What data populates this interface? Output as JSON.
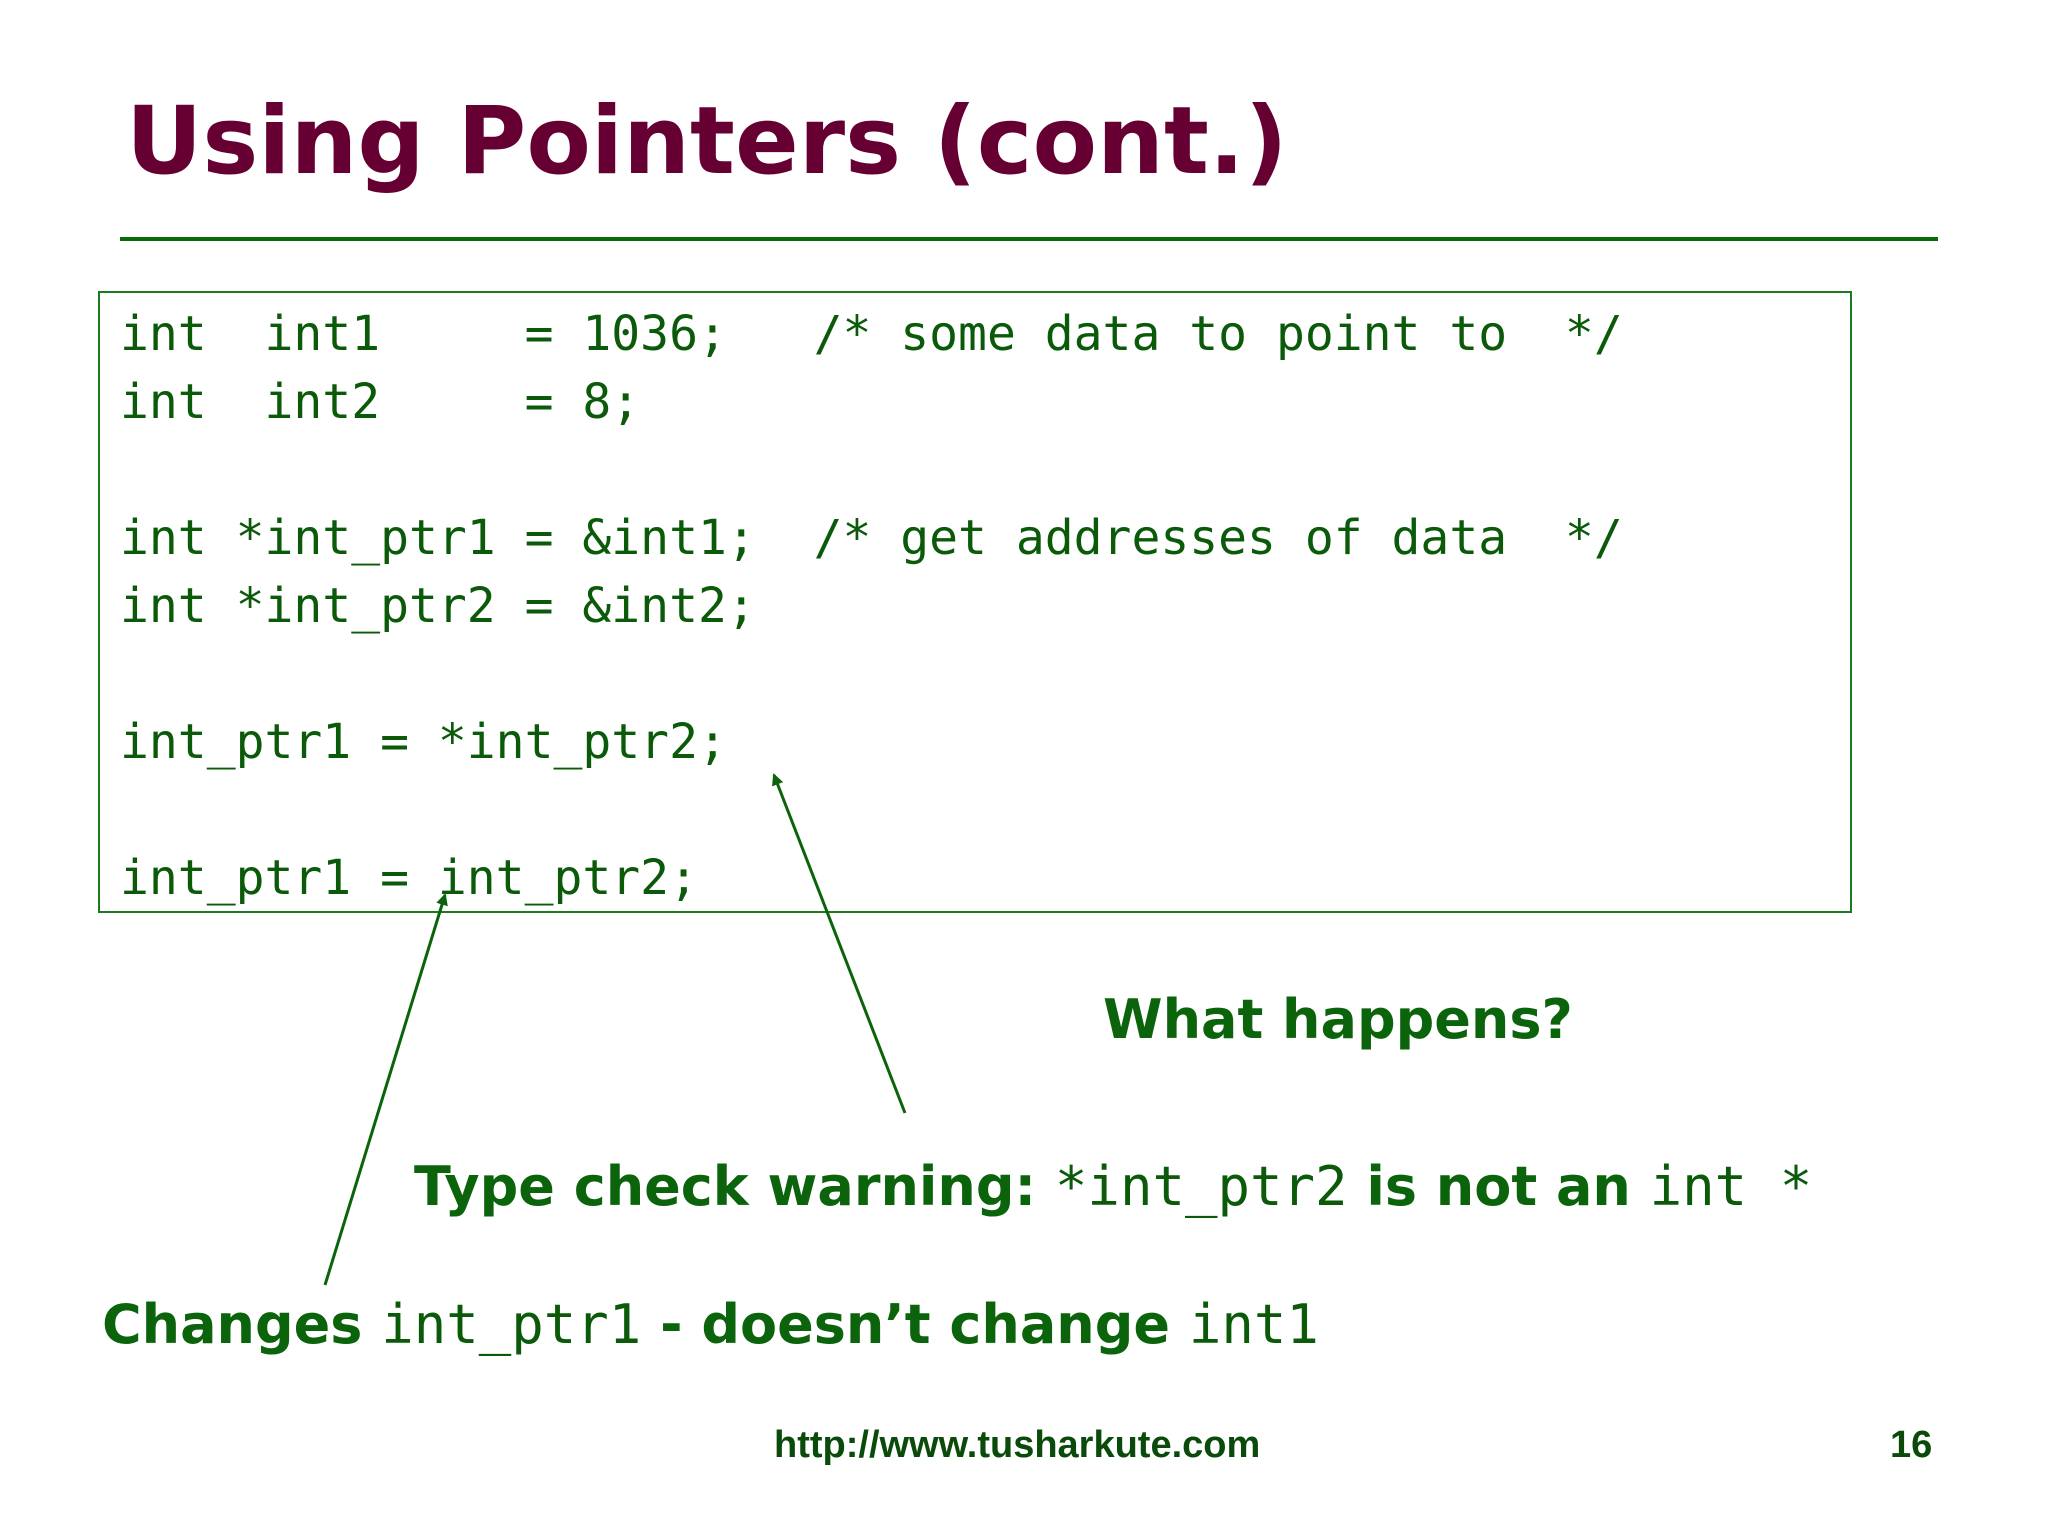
{
  "slide": {
    "title": "Using Pointers (cont.)",
    "code_lines": [
      "int  int1     = 1036;   /* some data to point to  */",
      "int  int2     = 8;",
      "int *int_ptr1 = &int1;  /* get addresses of data  */",
      "int *int_ptr2 = &int2;",
      "int_ptr1 = *int_ptr2;",
      "int_ptr1 = int_ptr2;"
    ],
    "question": "What happens?",
    "warning": {
      "label": "Type check warning:",
      "code1": "*int_ptr2",
      "text": "is not an",
      "code2": "int *"
    },
    "note": {
      "prefix": "Changes",
      "code1": "int_ptr1",
      "middle": "- doesn’t change",
      "code2": "int1"
    },
    "footer": {
      "url": "http://www.tusharkute.com",
      "page": "16"
    }
  },
  "colors": {
    "title": "#660033",
    "accent_green": "#0b640b",
    "rule": "#0a6b0a"
  }
}
